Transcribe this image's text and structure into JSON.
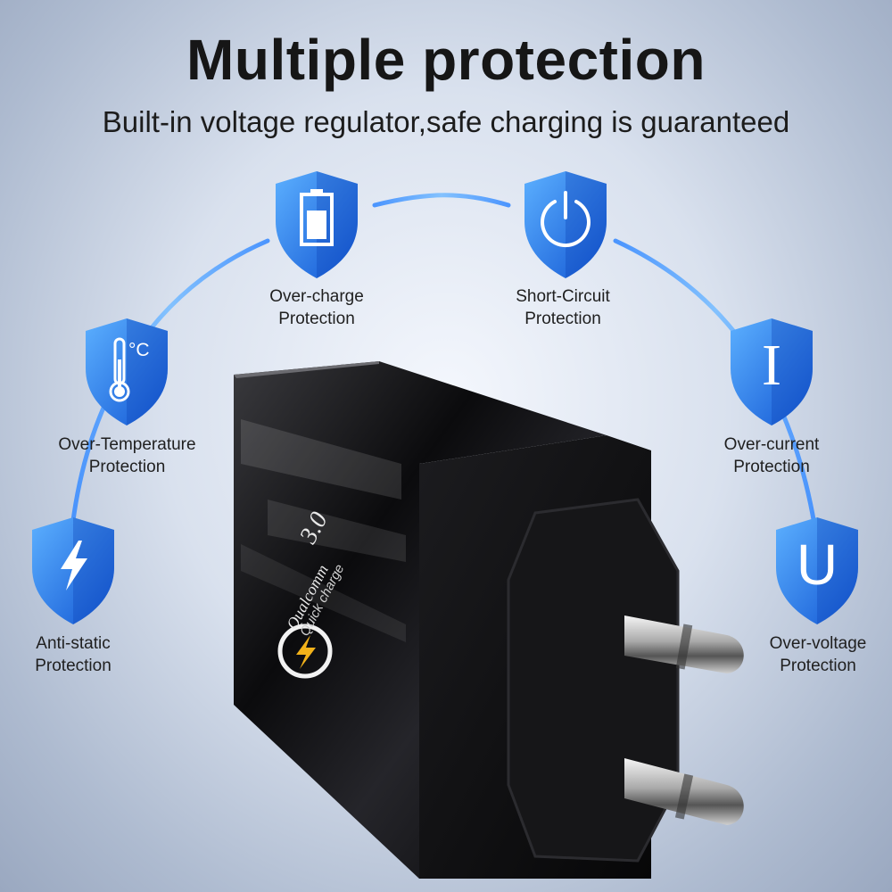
{
  "headline": "Multiple protection",
  "subheadline": "Built-in voltage regulator,safe charging is guaranteed",
  "features": [
    {
      "line1": "Over-charge",
      "line2": "Protection",
      "icon": "battery-icon"
    },
    {
      "line1": "Short-Circuit",
      "line2": "Protection",
      "icon": "power-icon"
    },
    {
      "line1": "Over-Temperature",
      "line2": "Protection",
      "icon": "thermometer-icon"
    },
    {
      "line1": "Over-current",
      "line2": "Protection",
      "icon": "current-i-icon"
    },
    {
      "line1": "Anti-static",
      "line2": "Protection",
      "icon": "lightning-bolt-icon"
    },
    {
      "line1": "Over-voltage",
      "line2": "Protection",
      "icon": "voltage-u-icon"
    }
  ],
  "icon_marks": {
    "celsius": "°C",
    "current": "I",
    "voltage": "U"
  },
  "product": {
    "brand": "Qualcomm",
    "tagline": "Quick charge",
    "version": "3.0"
  },
  "colors": {
    "shield_light": "#4da3ff",
    "shield_dark": "#1559d6",
    "accent_blue": "#2f8cff",
    "charger_body": "#0c0c0e"
  }
}
